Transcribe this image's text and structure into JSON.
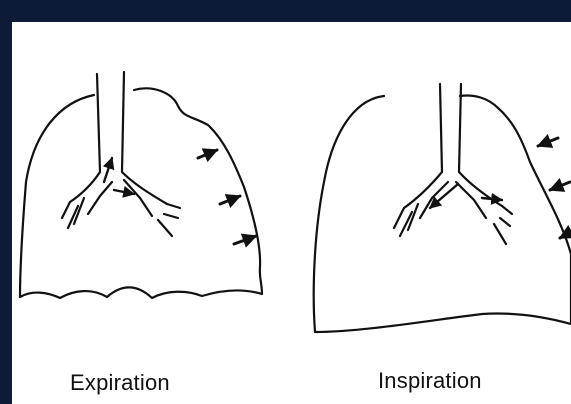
{
  "figure": {
    "panels": [
      {
        "id": "expiration",
        "caption": "Expiration",
        "arrow_direction": "outward"
      },
      {
        "id": "inspiration",
        "caption": "Inspiration",
        "arrow_direction": "inward"
      }
    ]
  },
  "colors": {
    "background": "#0d1b36",
    "paper": "#ffffff",
    "ink": "#111111"
  },
  "icons": [
    "airflow-arrow-icon",
    "chest-wall-arrow-icon"
  ]
}
